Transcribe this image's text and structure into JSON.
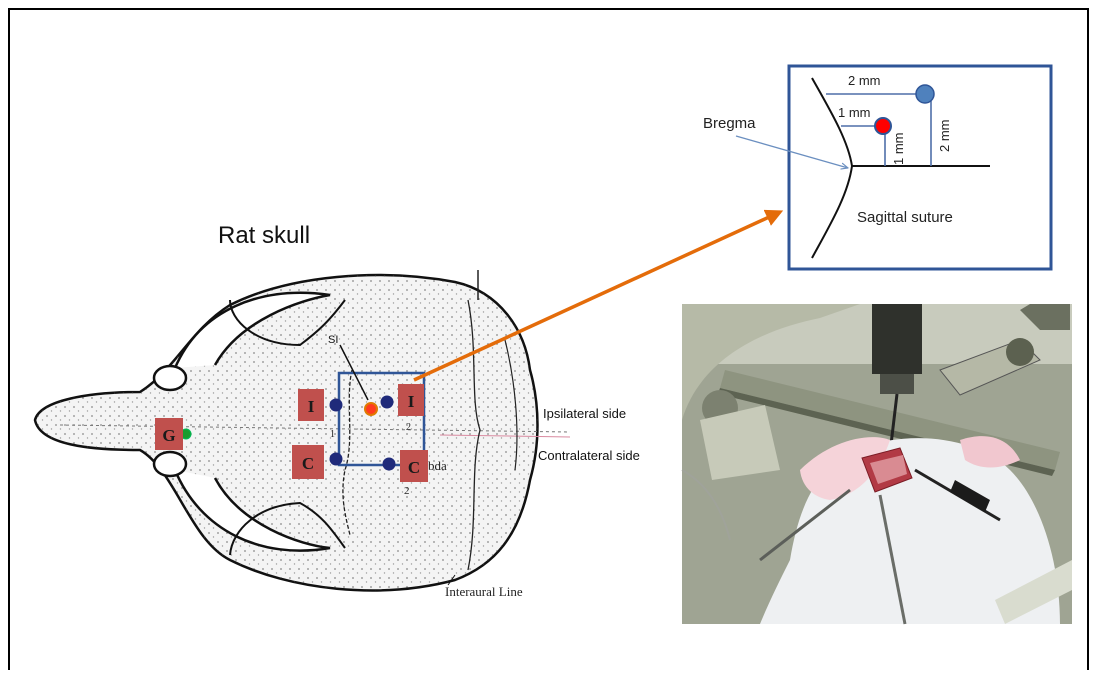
{
  "title": "Rat skull",
  "inset": {
    "bregma_label": "Bregma",
    "suture_label": "Sagittal suture",
    "dim_horizontal_far": "2 mm",
    "dim_horizontal_near": "1 mm",
    "dim_vertical_near": "1 mm",
    "dim_vertical_far": "2 mm"
  },
  "skull": {
    "markers": {
      "g": "G",
      "i_left": "I",
      "i_right": "I",
      "c_left": "C",
      "c_right": "C"
    },
    "si_label": "SI",
    "bda_label": "bda",
    "num_1": "1",
    "num_2a": "2",
    "num_2b": "2",
    "ipsilateral": "Ipsilateral side",
    "contralateral": "Contralateral side",
    "interaural": "Interaural Line"
  },
  "colors": {
    "marker_fill": "#c0504d",
    "box_stroke": "#2f5597",
    "arrow": "#e46c0a",
    "blue_dot": "#4f81bd",
    "red_dot": "#ff0000",
    "green_dot": "#1a9c2e"
  }
}
